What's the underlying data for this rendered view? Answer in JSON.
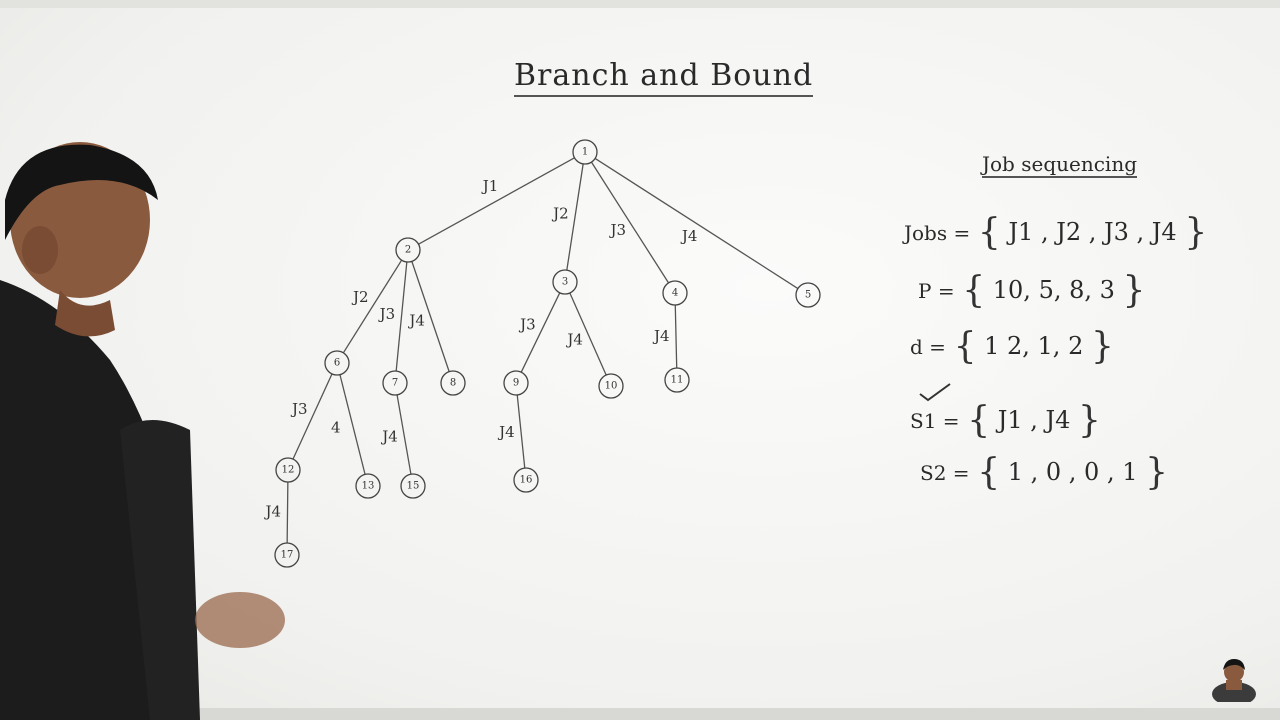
{
  "title": "Branch and Bound",
  "subtitle": "Job sequencing",
  "definitions": {
    "jobs": {
      "name": "Jobs =",
      "items": "J1 , J2 , J3 , J4"
    },
    "profits": {
      "name": "P =",
      "items": "10, 5,  8,  3"
    },
    "deadlines": {
      "name": "d =",
      "items": "1  2,  1,  2"
    },
    "s1": {
      "name": "S1 =",
      "items": "J1 , J4"
    },
    "s2": {
      "name": "S2 =",
      "items": "1 , 0 , 0 , 1"
    }
  },
  "tree": {
    "nodes": [
      {
        "id": "n1",
        "label": "1"
      },
      {
        "id": "n2",
        "label": "2"
      },
      {
        "id": "n3",
        "label": "3"
      },
      {
        "id": "n4",
        "label": "4"
      },
      {
        "id": "n5",
        "label": "5"
      },
      {
        "id": "n6",
        "label": "6"
      },
      {
        "id": "n7",
        "label": "7"
      },
      {
        "id": "n8",
        "label": "8"
      },
      {
        "id": "n9",
        "label": "9"
      },
      {
        "id": "n10",
        "label": "10"
      },
      {
        "id": "n11",
        "label": "11"
      },
      {
        "id": "n12",
        "label": "12"
      },
      {
        "id": "n13",
        "label": "13"
      },
      {
        "id": "n15",
        "label": "15"
      },
      {
        "id": "n16",
        "label": "16"
      },
      {
        "id": "n17",
        "label": "17"
      }
    ],
    "edges": [
      {
        "from": "n1",
        "to": "n2",
        "label": "J1"
      },
      {
        "from": "n1",
        "to": "n3",
        "label": "J2"
      },
      {
        "from": "n1",
        "to": "n4",
        "label": "J3"
      },
      {
        "from": "n1",
        "to": "n5",
        "label": "J4"
      },
      {
        "from": "n2",
        "to": "n6",
        "label": "J2"
      },
      {
        "from": "n2",
        "to": "n7",
        "label": "J3"
      },
      {
        "from": "n2",
        "to": "n8",
        "label": "J4"
      },
      {
        "from": "n3",
        "to": "n9",
        "label": "J3"
      },
      {
        "from": "n3",
        "to": "n10",
        "label": "J4"
      },
      {
        "from": "n4",
        "to": "n11",
        "label": "J4"
      },
      {
        "from": "n6",
        "to": "n12",
        "label": "J3"
      },
      {
        "from": "n6",
        "to": "n13",
        "label": "4"
      },
      {
        "from": "n7",
        "to": "n15",
        "label": "J4"
      },
      {
        "from": "n9",
        "to": "n16",
        "label": "J4"
      },
      {
        "from": "n12",
        "to": "n17",
        "label": "J4"
      }
    ]
  }
}
